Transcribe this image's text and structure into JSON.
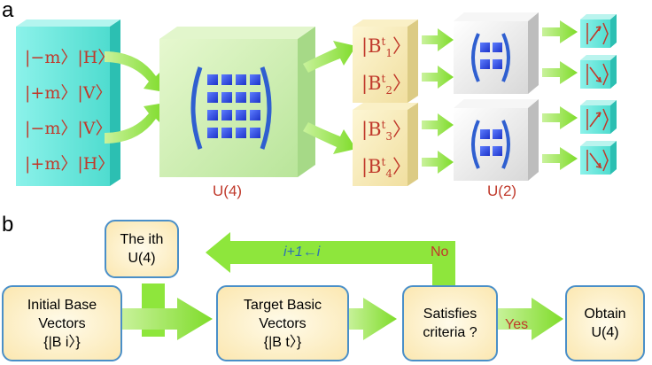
{
  "panel_a": {
    "letter": "a",
    "input_states": [
      "|−m〉|H〉",
      "|+m〉|V〉",
      "|−m〉|V〉",
      "|+m〉|H〉"
    ],
    "u4_label": "U(4)",
    "u2_label": "U(2)",
    "target_states": [
      {
        "base": "|B",
        "sup": "t",
        "sub": "1",
        "close": "〉"
      },
      {
        "base": "|B",
        "sup": "t",
        "sub": "2",
        "close": "〉"
      },
      {
        "base": "|B",
        "sup": "t",
        "sub": "3",
        "close": "〉"
      },
      {
        "base": "|B",
        "sup": "t",
        "sub": "4",
        "close": "〉"
      }
    ]
  },
  "panel_b": {
    "letter": "b",
    "ith_box": {
      "line1": "The ith",
      "line2": "U(4)"
    },
    "initial_box": {
      "line1": "Initial Base",
      "line2": "Vectors",
      "line3": "{|B i〉}"
    },
    "target_box": {
      "line1": "Target Basic",
      "line2": "Vectors",
      "line3": "{|B t〉}"
    },
    "criteria_box": {
      "line1": "Satisfies",
      "line2": "criteria ?"
    },
    "obtain_box": {
      "line1": "Obtain",
      "line2": "U(4)"
    },
    "loop_label": "i+1←i",
    "no_label": "No",
    "yes_label": "Yes"
  },
  "colors": {
    "accent_red": "#c0392b",
    "cyan_panel": "#5ee8dc",
    "cube_green": "#cdeeb0",
    "cube_grey": "#ededed",
    "arrow_green": "#8ee63c",
    "box_border": "#4a8fc8",
    "loop_blue": "#2e6fb5"
  }
}
